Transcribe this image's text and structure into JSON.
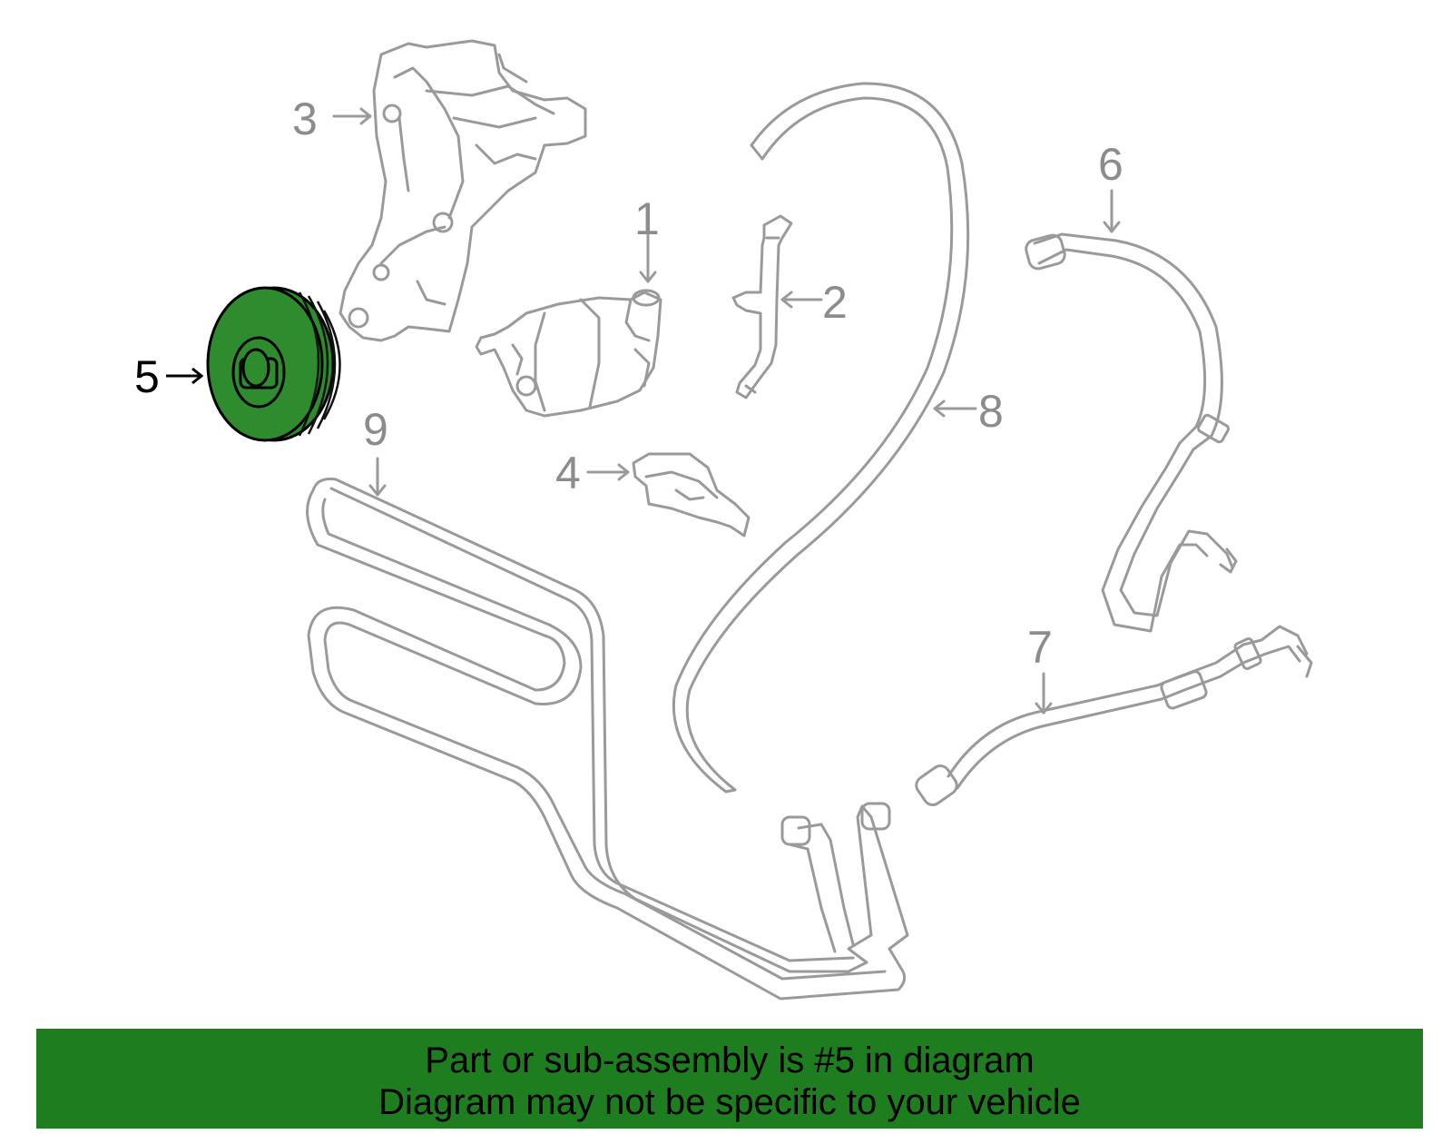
{
  "callouts": {
    "c1": "1",
    "c2": "2",
    "c3": "3",
    "c4": "4",
    "c5": "5",
    "c6": "6",
    "c7": "7",
    "c8": "8",
    "c9": "9"
  },
  "footer": {
    "line1": "Part or sub-assembly is #5 in diagram",
    "line2": "Diagram may not be specific to your vehicle"
  },
  "colors": {
    "highlight": "#2e8b2e",
    "line_art": "#9a9a9a",
    "footer_bar": "#1e7d1e",
    "selected_callout": "#000000"
  }
}
